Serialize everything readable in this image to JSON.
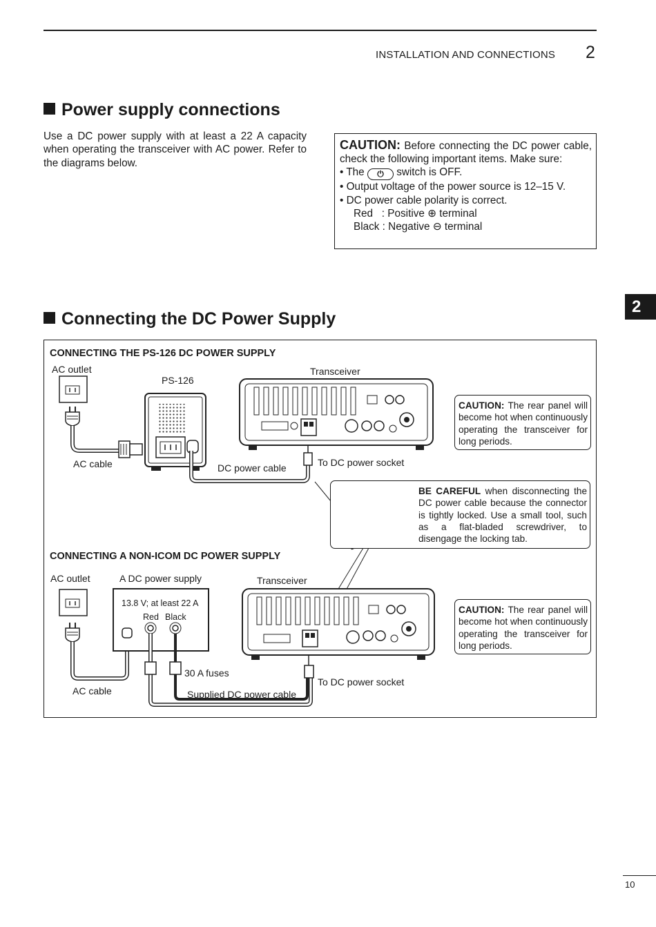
{
  "header": {
    "section_title": "INSTALLATION AND CONNECTIONS",
    "section_number": "2",
    "side_tab": "2"
  },
  "power_supply": {
    "title": "Power supply connections",
    "intro": "Use a DC power supply with at least a 22 A capacity when operating the transceiver with AC power. Refer to the diagrams below.",
    "caution": {
      "label": "CAUTION:",
      "lead": "Before connecting the DC power cable, check the following important items. Make sure:",
      "bullet1_pre": "• The",
      "bullet1_post": "switch is OFF.",
      "bullet2": "• Output voltage of the power source is 12–15 V.",
      "bullet3": "• DC power cable polarity is correct.",
      "red_line": "Red   : Positive ⊕ terminal",
      "black_line": "Black : Negative ⊖ terminal"
    }
  },
  "dc_supply": {
    "title": "Connecting the DC Power Supply",
    "ps126": {
      "heading": "CONNECTING THE PS-126 DC POWER SUPPLY",
      "ac_outlet": "AC outlet",
      "ps126": "PS-126",
      "transceiver": "Transceiver",
      "ac_cable": "AC cable",
      "dc_power_cable": "DC power cable",
      "to_dc_socket": "To DC power socket",
      "caution_label": "CAUTION:",
      "caution_text": "The rear panel will become hot when continuously operating the transceiver for long periods."
    },
    "be_careful": {
      "label": "BE CAREFUL",
      "text": "when disconnecting the DC power cable because the connector is tightly locked. Use a small tool, such as a flat-bladed screwdriver, to disengage the locking tab."
    },
    "non_icom": {
      "heading": "CONNECTING A NON-ICOM DC POWER SUPPLY",
      "ac_outlet": "AC outlet",
      "dc_supply": "A DC power supply",
      "transceiver": "Transceiver",
      "rating": "13.8 V; at least 22 A",
      "red": "Red",
      "black": "Black",
      "fuses": "30 A fuses",
      "ac_cable": "AC cable",
      "supplied_cable": "Supplied DC power cable",
      "to_dc_socket": "To DC power socket",
      "caution_label": "CAUTION:",
      "caution_text": "The rear panel will become hot when continuously operating the transceiver for long periods."
    }
  },
  "footer": {
    "page_number": "10"
  }
}
